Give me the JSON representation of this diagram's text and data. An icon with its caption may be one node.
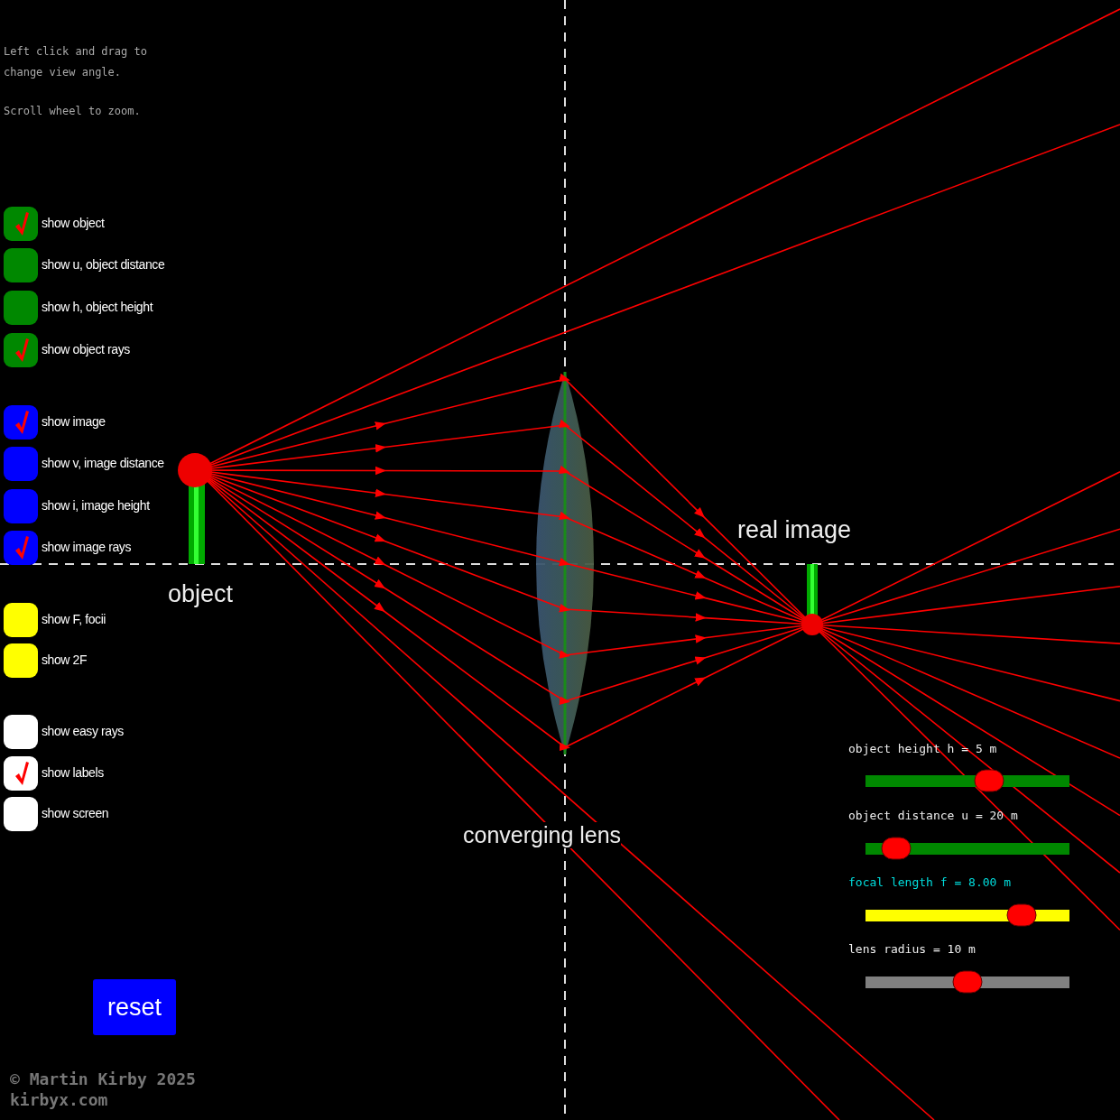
{
  "diagram": {
    "labels": [
      "Left click and drag to change view angle.",
      "Scroll wheel to zoom.",
      "show object",
      "show u, object distance",
      "show h, object height",
      "show object rays",
      "show image",
      "show v, image distance",
      "show i, image height",
      "show image rays",
      "show F, focii",
      "show 2F",
      "show easy rays",
      "show labels",
      "show screen",
      "object",
      "real image",
      "converging lens",
      "object height h = 5 m",
      "object distance u = 20 m",
      "focal length f = 8.00 m",
      "lens radius = 10 m",
      "reset",
      "© Martin Kirby 2025",
      "kirbyx.com"
    ]
  }
}
